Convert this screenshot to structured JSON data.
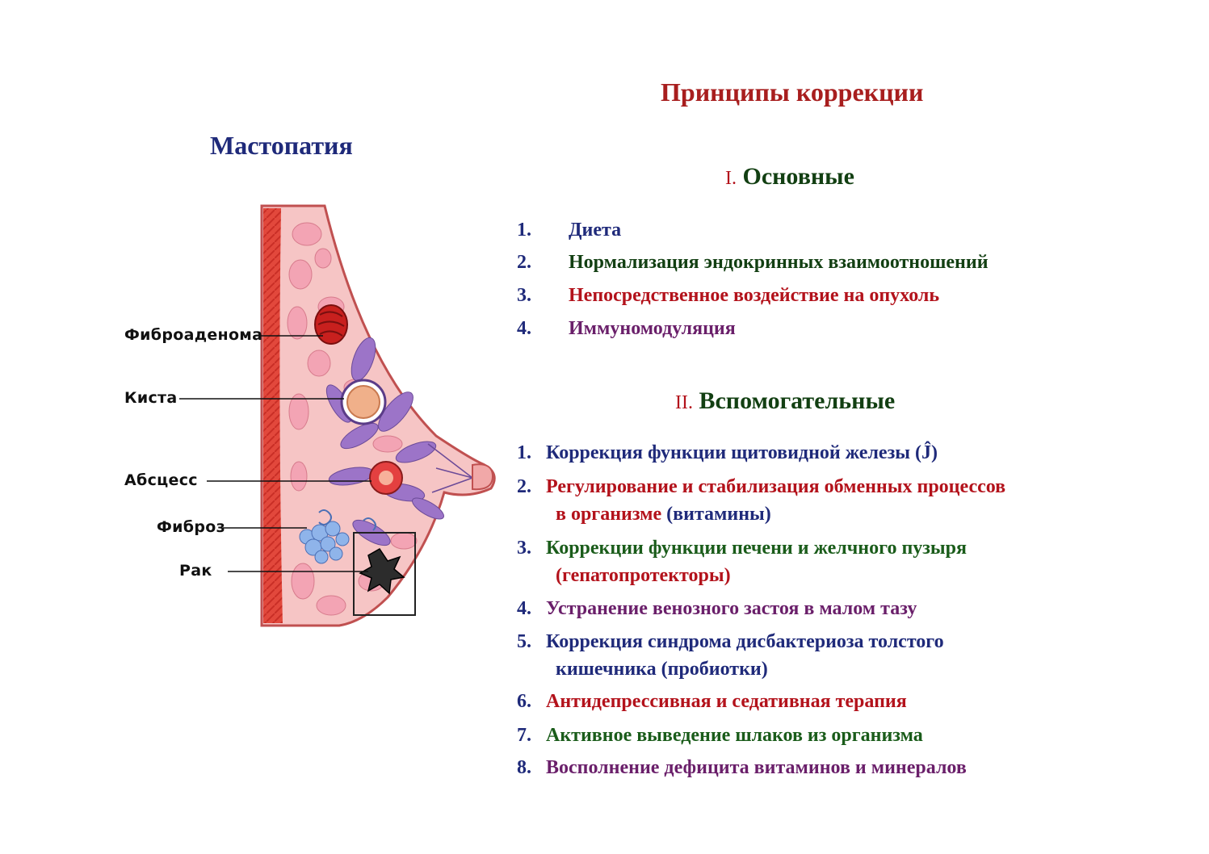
{
  "left": {
    "title": "Мастопатия",
    "labels": [
      "Фиброаденома",
      "Киста",
      "Абсцесс",
      "Фиброз",
      "Рак"
    ]
  },
  "right": {
    "title": "Принципы коррекции",
    "section1": {
      "roman": "I.",
      "title": "Основные",
      "items": [
        {
          "num": "1.",
          "text": "Диета"
        },
        {
          "num": "2.",
          "text": "Нормализация эндокринных взаимоотношений"
        },
        {
          "num": "3.",
          "text": "Непосредственное воздействие на опухоль"
        },
        {
          "num": "4.",
          "text": "Иммуномодуляция"
        }
      ]
    },
    "section2": {
      "roman": "II.",
      "title": "Вспомогательные",
      "items": [
        {
          "num": "1.",
          "text": "Коррекция функции щитовидной железы (Ĵ)"
        },
        {
          "num": "2.",
          "text": "Регулирование и стабилизация обменных процессов",
          "text2a": "в организме",
          "text2b": "(витамины)"
        },
        {
          "num": "3.",
          "text": "Коррекции функции печени и желчного пузыря",
          "text2": "(гепатопротекторы)"
        },
        {
          "num": "4.",
          "text": "Устранение венозного застоя в малом тазу"
        },
        {
          "num": "5.",
          "text": "Коррекция  синдрома дисбактериоза толстого",
          "text2": "кишечника (пробиотки)"
        },
        {
          "num": "6.",
          "text": "Антидепрессивная и седативная терапия"
        },
        {
          "num": "7.",
          "text": "Активное выведение шлаков из организма"
        },
        {
          "num": "8.",
          "text": "Восполнение дефицита витаминов и минералов"
        }
      ]
    }
  },
  "colors": {
    "navy": "#1f2a7a",
    "red": "#b3121b",
    "green": "#1a5c1a",
    "purple": "#6a1f6a"
  }
}
